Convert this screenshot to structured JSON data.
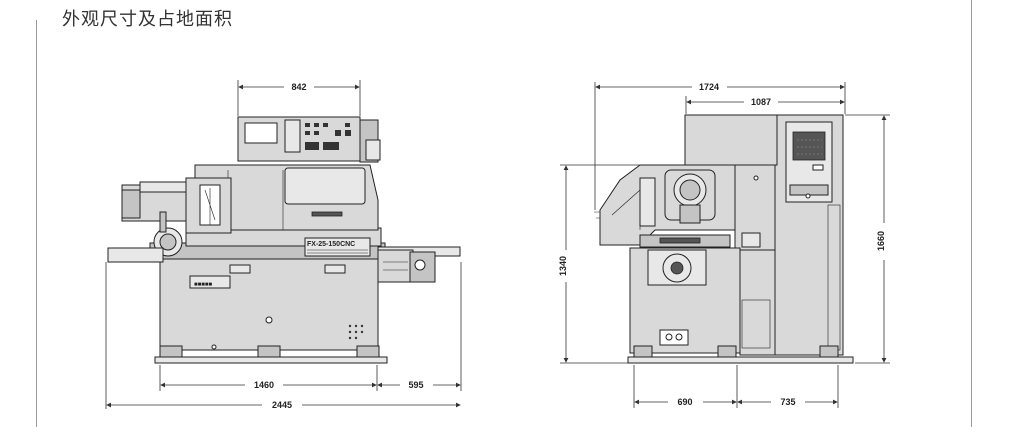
{
  "title": "外观尺寸及占地面积",
  "front_view": {
    "dim_top": "842",
    "dim_left_base": "1460",
    "dim_right_base": "595",
    "dim_total_width": "2445",
    "plate_model": "FX-25-150CNC"
  },
  "side_view": {
    "dim_total_depth": "1724",
    "dim_cabinet_depth": "1087",
    "dim_height_machine": "1340",
    "dim_height_total": "1660",
    "dim_base_left": "690",
    "dim_base_right": "735"
  },
  "colors": {
    "body": "#d9d9d9",
    "line": "#222222",
    "frame": "#9a9a9a"
  }
}
